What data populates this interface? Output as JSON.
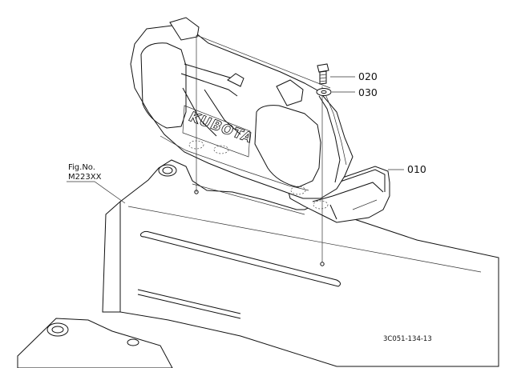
{
  "diagram": {
    "parts": [
      {
        "code": "010"
      },
      {
        "code": "020"
      },
      {
        "code": "030"
      }
    ],
    "fig_ref": {
      "line1": "Fig.No.",
      "line2": "M223XX"
    },
    "drawing_id": "3C051-134-13",
    "cover_lettering": "KUBOTA"
  }
}
